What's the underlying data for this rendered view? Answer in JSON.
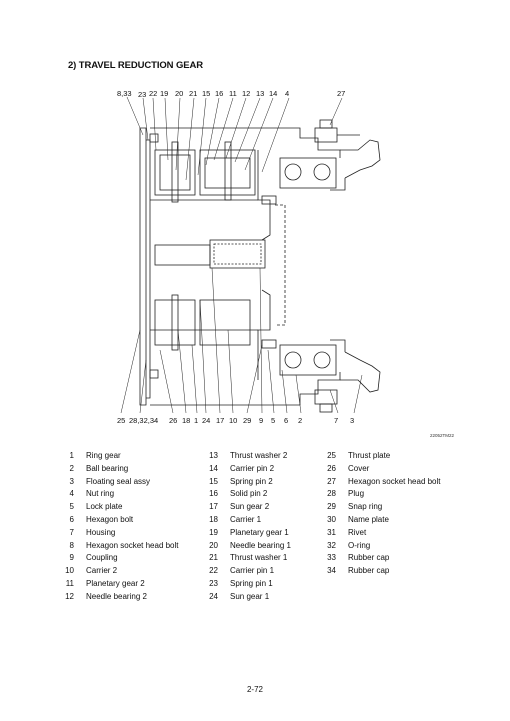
{
  "section_title": "2) TRAVEL REDUCTION GEAR",
  "callouts_top": [
    "8,33",
    "23",
    "22",
    "19",
    "20",
    "21",
    "15",
    "16",
    "11",
    "12",
    "13",
    "14",
    "4",
    "27"
  ],
  "callouts_bottom": [
    "25",
    "28,32,34",
    "26",
    "18",
    "1",
    "24",
    "17",
    "10",
    "29",
    "9",
    "5",
    "6",
    "2",
    "7",
    "3"
  ],
  "drawing_code": "22052TM22",
  "parts": [
    {
      "no": "1",
      "name": "Ring gear"
    },
    {
      "no": "2",
      "name": "Ball bearing"
    },
    {
      "no": "3",
      "name": "Floating seal assy"
    },
    {
      "no": "4",
      "name": "Nut ring"
    },
    {
      "no": "5",
      "name": "Lock plate"
    },
    {
      "no": "6",
      "name": "Hexagon bolt"
    },
    {
      "no": "7",
      "name": "Housing"
    },
    {
      "no": "8",
      "name": "Hexagon socket head bolt"
    },
    {
      "no": "9",
      "name": "Coupling"
    },
    {
      "no": "10",
      "name": "Carrier 2"
    },
    {
      "no": "11",
      "name": "Planetary gear  2"
    },
    {
      "no": "12",
      "name": "Needle bearing 2"
    },
    {
      "no": "13",
      "name": "Thrust washer 2"
    },
    {
      "no": "14",
      "name": "Carrier pin 2"
    },
    {
      "no": "15",
      "name": "Spring pin 2"
    },
    {
      "no": "16",
      "name": "Solid pin 2"
    },
    {
      "no": "17",
      "name": "Sun gear 2"
    },
    {
      "no": "18",
      "name": "Carrier 1"
    },
    {
      "no": "19",
      "name": "Planetary gear 1"
    },
    {
      "no": "20",
      "name": "Needle bearing 1"
    },
    {
      "no": "21",
      "name": "Thrust washer 1"
    },
    {
      "no": "22",
      "name": "Carrier pin 1"
    },
    {
      "no": "23",
      "name": "Spring pin 1"
    },
    {
      "no": "24",
      "name": "Sun gear 1"
    },
    {
      "no": "25",
      "name": "Thrust plate"
    },
    {
      "no": "26",
      "name": "Cover"
    },
    {
      "no": "27",
      "name": "Hexagon socket head bolt"
    },
    {
      "no": "28",
      "name": "Plug"
    },
    {
      "no": "29",
      "name": "Snap ring"
    },
    {
      "no": "30",
      "name": "Name plate"
    },
    {
      "no": "31",
      "name": "Rivet"
    },
    {
      "no": "32",
      "name": "O-ring"
    },
    {
      "no": "33",
      "name": "Rubber cap"
    },
    {
      "no": "34",
      "name": "Rubber cap"
    }
  ],
  "page_number": "2-72"
}
